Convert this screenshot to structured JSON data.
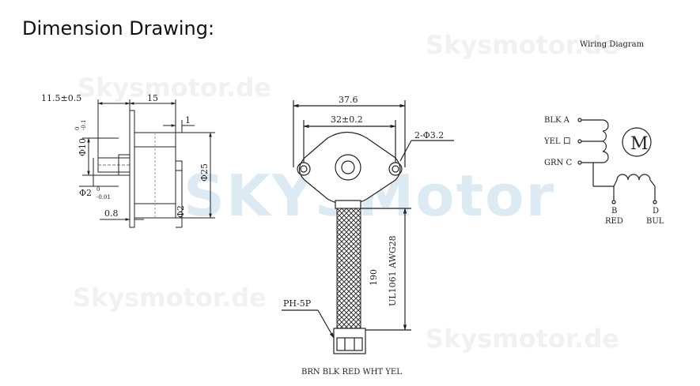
{
  "header": {
    "title": "Dimension Drawing:"
  },
  "watermarks": {
    "main": "SKYSMotor",
    "small_top": "Skysmotor.de",
    "small_mid_left": "Skysmotor.de",
    "small_bottom_left": "Skysmotor.de",
    "small_bottom_right": "Skysmotor.de"
  },
  "side_view": {
    "dim_length_shaft": "11.5±0.5",
    "dim_body": "15",
    "dim_flange": "1",
    "dim_boss": "Φ10",
    "dim_boss_tol_upper": "0",
    "dim_boss_tol_lower": "-0.1",
    "dim_shaft": "Φ2",
    "dim_shaft_tol_upper": "0",
    "dim_shaft_tol_lower": "-0.01",
    "dim_diameter": "Φ25",
    "dim_plate": "0.8",
    "dim_rear_shaft": "Φ2"
  },
  "front_view": {
    "dim_width": "37.6",
    "dim_hole_spacing": "32±0.2",
    "dim_holes": "2-Φ3.2",
    "dim_lead_length": "190",
    "lead_spec": "UL1061 AWG28",
    "connector": "PH-5P",
    "wire_colors": "BRN BLK RED WHT YEL"
  },
  "wiring": {
    "title": "Wiring Diagram",
    "lead_a": "BLK A",
    "lead_yel": "YEL 口",
    "lead_c": "GRN C",
    "motor_label": "M",
    "lead_b": "B",
    "lead_b_color": "RED",
    "lead_d": "D",
    "lead_d_color": "BUL"
  }
}
